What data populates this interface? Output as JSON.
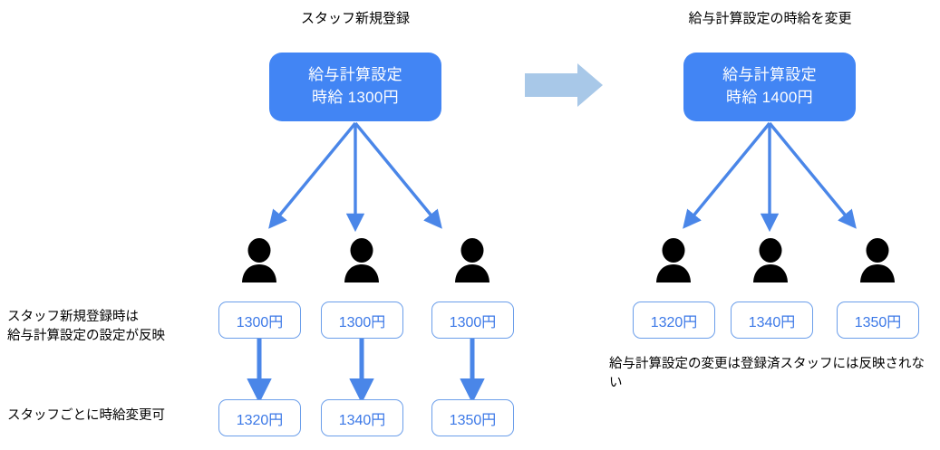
{
  "diagram": {
    "title_left": "スタッフ新規登録",
    "title_right": "給与計算設定の時給を変更",
    "transition_arrow_icon": "right-block-arrow-icon",
    "colors": {
      "primary_blue": "#4285f4",
      "arrow_blue": "#4a86e8",
      "chip_border": "#6b9eea",
      "chip_text": "#3b78e7",
      "pale_blue_arrow": "#a8c8e8",
      "person_black": "#000000"
    }
  },
  "left": {
    "setting_box": {
      "line1": "給与計算設定",
      "line2": "時給 1300円"
    },
    "staff": [
      {
        "icon": "person-icon",
        "assigned_wage": "1300円",
        "changed_wage": "1320円"
      },
      {
        "icon": "person-icon",
        "assigned_wage": "1300円",
        "changed_wage": "1340円"
      },
      {
        "icon": "person-icon",
        "assigned_wage": "1300円",
        "changed_wage": "1350円"
      }
    ],
    "note_top": "スタッフ新規登録時は\n給与計算設定の設定が反映",
    "note_bottom": "スタッフごとに時給変更可"
  },
  "right": {
    "setting_box": {
      "line1": "給与計算設定",
      "line2": "時給 1400円"
    },
    "staff": [
      {
        "icon": "person-icon",
        "assigned_wage": "1320円"
      },
      {
        "icon": "person-icon",
        "assigned_wage": "1340円"
      },
      {
        "icon": "person-icon",
        "assigned_wage": "1350円"
      }
    ],
    "note": "給与計算設定の変更は登録済スタッフには反映されない"
  }
}
